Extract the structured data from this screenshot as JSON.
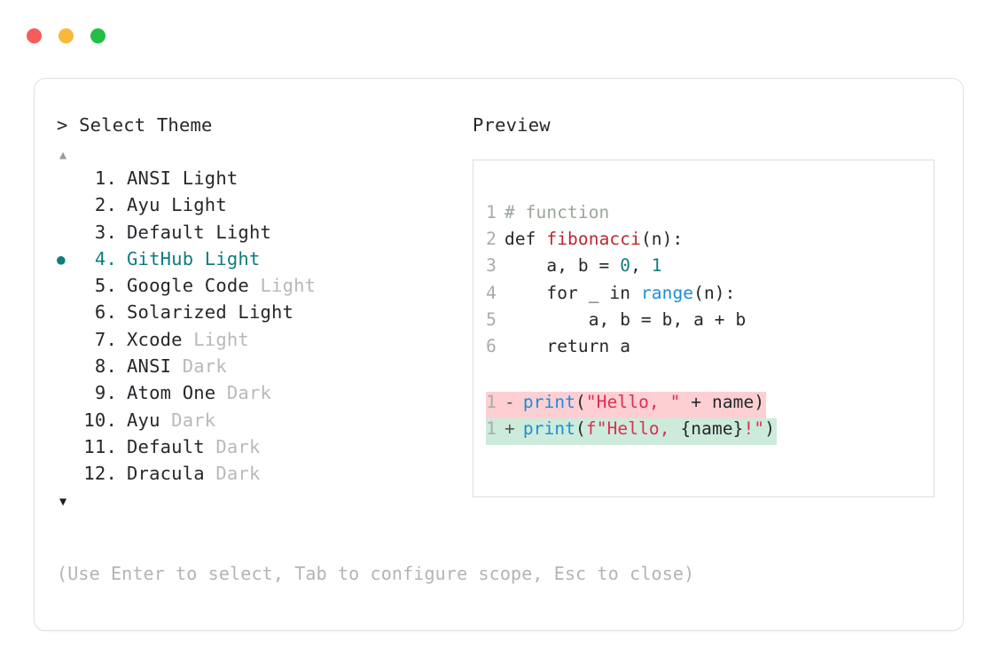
{
  "window": {
    "dots": [
      {
        "name": "close-dot",
        "color": "#f65c5c"
      },
      {
        "name": "minimize-dot",
        "color": "#f6b93b"
      },
      {
        "name": "maximize-dot",
        "color": "#21bf45"
      }
    ]
  },
  "left": {
    "prompt": "> Select Theme",
    "scroll_up": "▲",
    "scroll_down": "▼",
    "selected_bullet": "●",
    "selected_index": 4,
    "items": [
      {
        "index": "1.",
        "name": "ANSI",
        "variant": " Light",
        "variant_muted": false,
        "selected": false
      },
      {
        "index": "2.",
        "name": "Ayu",
        "variant": " Light",
        "variant_muted": false,
        "selected": false
      },
      {
        "index": "3.",
        "name": "Default",
        "variant": " Light",
        "variant_muted": false,
        "selected": false
      },
      {
        "index": "4.",
        "name": "GitHub",
        "variant": " Light",
        "variant_muted": false,
        "selected": true
      },
      {
        "index": "5.",
        "name": "Google Code",
        "variant": " Light",
        "variant_muted": true,
        "selected": false
      },
      {
        "index": "6.",
        "name": "Solarized",
        "variant": " Light",
        "variant_muted": false,
        "selected": false
      },
      {
        "index": "7.",
        "name": "Xcode",
        "variant": " Light",
        "variant_muted": true,
        "selected": false
      },
      {
        "index": "8.",
        "name": "ANSI",
        "variant": " Dark",
        "variant_muted": true,
        "selected": false
      },
      {
        "index": "9.",
        "name": "Atom One",
        "variant": " Dark",
        "variant_muted": true,
        "selected": false
      },
      {
        "index": "10.",
        "name": "Ayu",
        "variant": " Dark",
        "variant_muted": true,
        "selected": false
      },
      {
        "index": "11.",
        "name": "Default",
        "variant": " Dark",
        "variant_muted": true,
        "selected": false
      },
      {
        "index": "12.",
        "name": "Dracula",
        "variant": " Dark",
        "variant_muted": true,
        "selected": false
      }
    ],
    "hint": "(Use Enter to select, Tab to configure scope, Esc to close)"
  },
  "right": {
    "label": "Preview",
    "code_lines": [
      {
        "num": "1",
        "tokens": [
          {
            "t": "# function",
            "c": "tok-comment"
          }
        ]
      },
      {
        "num": "2",
        "tokens": [
          {
            "t": "def ",
            "c": "tok-keyword"
          },
          {
            "t": "fibonacci",
            "c": "tok-func"
          },
          {
            "t": "(n):",
            "c": "tok-plain"
          }
        ]
      },
      {
        "num": "3",
        "tokens": [
          {
            "t": "    a, b = ",
            "c": "tok-plain"
          },
          {
            "t": "0",
            "c": "tok-number"
          },
          {
            "t": ", ",
            "c": "tok-plain"
          },
          {
            "t": "1",
            "c": "tok-number"
          }
        ]
      },
      {
        "num": "4",
        "tokens": [
          {
            "t": "    for _ in ",
            "c": "tok-plain"
          },
          {
            "t": "range",
            "c": "tok-builtin"
          },
          {
            "t": "(n):",
            "c": "tok-plain"
          }
        ]
      },
      {
        "num": "5",
        "tokens": [
          {
            "t": "        a, b = b, a + b",
            "c": "tok-plain"
          }
        ]
      },
      {
        "num": "6",
        "tokens": [
          {
            "t": "    return a",
            "c": "tok-plain"
          }
        ]
      }
    ],
    "diff_lines": [
      {
        "num": "1",
        "marker": "-",
        "kind": "removed",
        "tokens": [
          {
            "t": "print",
            "c": "tok-builtin"
          },
          {
            "t": "(",
            "c": "tok-plain"
          },
          {
            "t": "\"Hello, \"",
            "c": "tok-string"
          },
          {
            "t": " + name)",
            "c": "tok-plain"
          }
        ]
      },
      {
        "num": "1",
        "marker": "+",
        "kind": "added",
        "tokens": [
          {
            "t": "print",
            "c": "tok-builtin"
          },
          {
            "t": "(",
            "c": "tok-plain"
          },
          {
            "t": "f\"Hello, ",
            "c": "tok-string"
          },
          {
            "t": "{name}",
            "c": "tok-plain"
          },
          {
            "t": "!\"",
            "c": "tok-string"
          },
          {
            "t": ")",
            "c": "tok-plain"
          }
        ]
      }
    ]
  },
  "colors": {
    "accent_teal": "#107c7e",
    "diff_removed_bg": "#fdcfd3",
    "diff_added_bg": "#cdebdb",
    "muted_text": "#b9b9bb",
    "border": "#e2e2e4"
  }
}
